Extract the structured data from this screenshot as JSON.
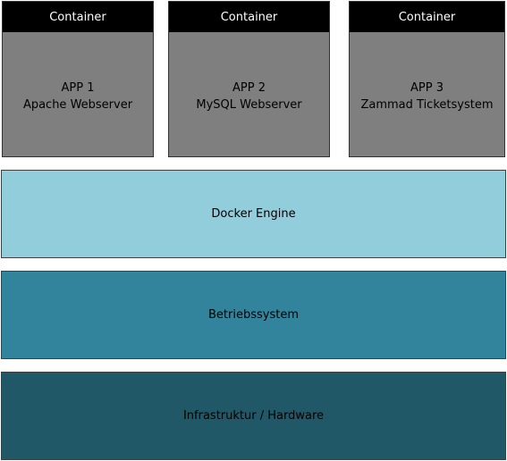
{
  "containers": [
    {
      "header": "Container",
      "app_label": "APP 1",
      "app_name": "Apache Webserver"
    },
    {
      "header": "Container",
      "app_label": "APP 2",
      "app_name": "MySQL Webserver"
    },
    {
      "header": "Container",
      "app_label": "APP 3",
      "app_name": "Zammad Ticketsystem"
    }
  ],
  "layers": {
    "docker": {
      "label": "Docker Engine",
      "color": "#92cddc"
    },
    "os": {
      "label": "Betriebssystem",
      "color": "#31849b"
    },
    "infra": {
      "label": "Infrastruktur / Hardware",
      "color": "#215867"
    }
  },
  "colors": {
    "container_body": "#7f7f7f",
    "container_header": "#000000"
  }
}
